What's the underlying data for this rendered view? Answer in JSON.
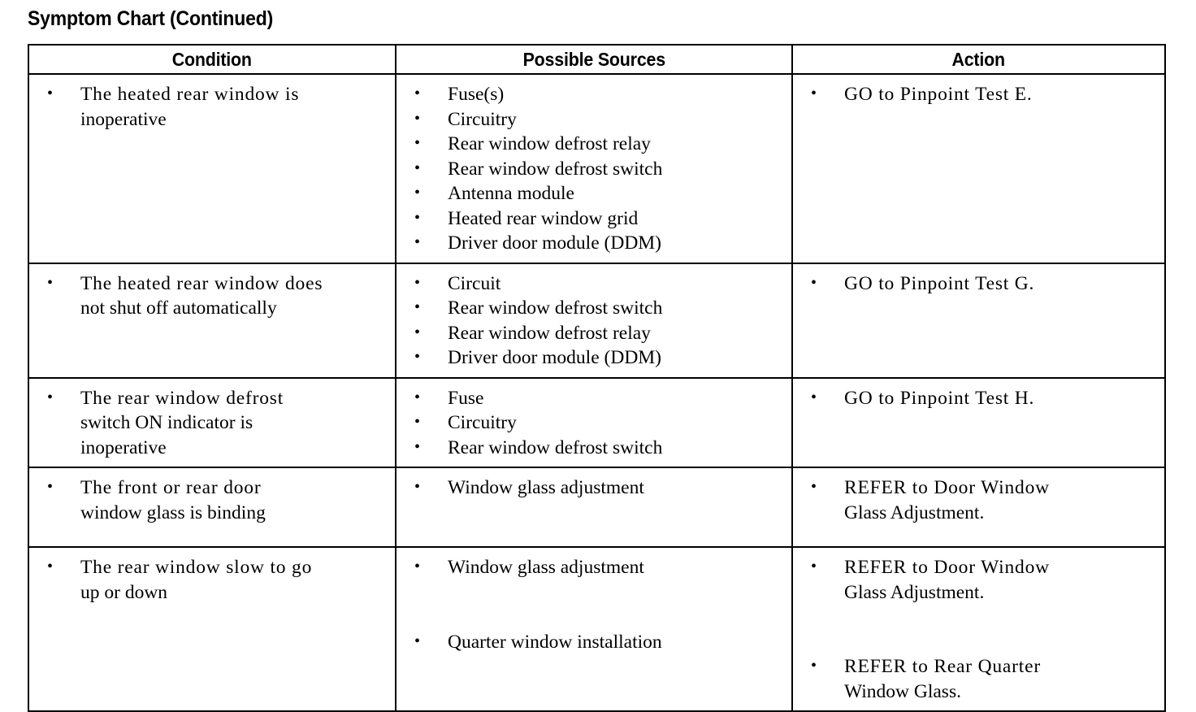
{
  "document": {
    "title": "Symptom Chart (Continued)"
  },
  "table": {
    "headers": {
      "condition": "Condition",
      "possible_sources": "Possible Sources",
      "action": "Action"
    },
    "rows": [
      {
        "condition": {
          "line1": "The heated rear window is",
          "line2": "inoperative"
        },
        "sources": [
          "Fuse(s)",
          "Circuitry",
          "Rear window defrost relay",
          "Rear window defrost switch",
          "Antenna module",
          "Heated rear window grid",
          "Driver door module (DDM)"
        ],
        "actions": [
          {
            "line1": "GO to Pinpoint Test E."
          }
        ]
      },
      {
        "condition": {
          "line1": "The heated rear window does",
          "line2": "not shut off automatically"
        },
        "sources": [
          "Circuit",
          "Rear window defrost switch",
          "Rear window defrost relay",
          "Driver door module (DDM)"
        ],
        "actions": [
          {
            "line1": "GO to Pinpoint Test G."
          }
        ]
      },
      {
        "condition": {
          "line1": "The rear window defrost",
          "line2": "switch ON indicator is",
          "line3": "inoperative"
        },
        "sources": [
          "Fuse",
          "Circuitry",
          "Rear window defrost switch"
        ],
        "actions": [
          {
            "line1": "GO to Pinpoint Test H."
          }
        ]
      },
      {
        "condition": {
          "line1": "The front or rear door",
          "line2": "window glass is binding"
        },
        "sources": [
          "Window glass adjustment"
        ],
        "actions": [
          {
            "line1": "REFER to Door Window",
            "line2": "Glass Adjustment."
          }
        ]
      },
      {
        "condition": {
          "line1": "The rear window slow to go",
          "line2": "up or down"
        },
        "sources": [
          "Window glass adjustment",
          "Quarter window installation"
        ],
        "actions": [
          {
            "line1": "REFER to Door Window",
            "line2": "Glass Adjustment."
          },
          {
            "line1": "REFER to Rear Quarter",
            "line2": "Window Glass."
          }
        ]
      }
    ]
  }
}
